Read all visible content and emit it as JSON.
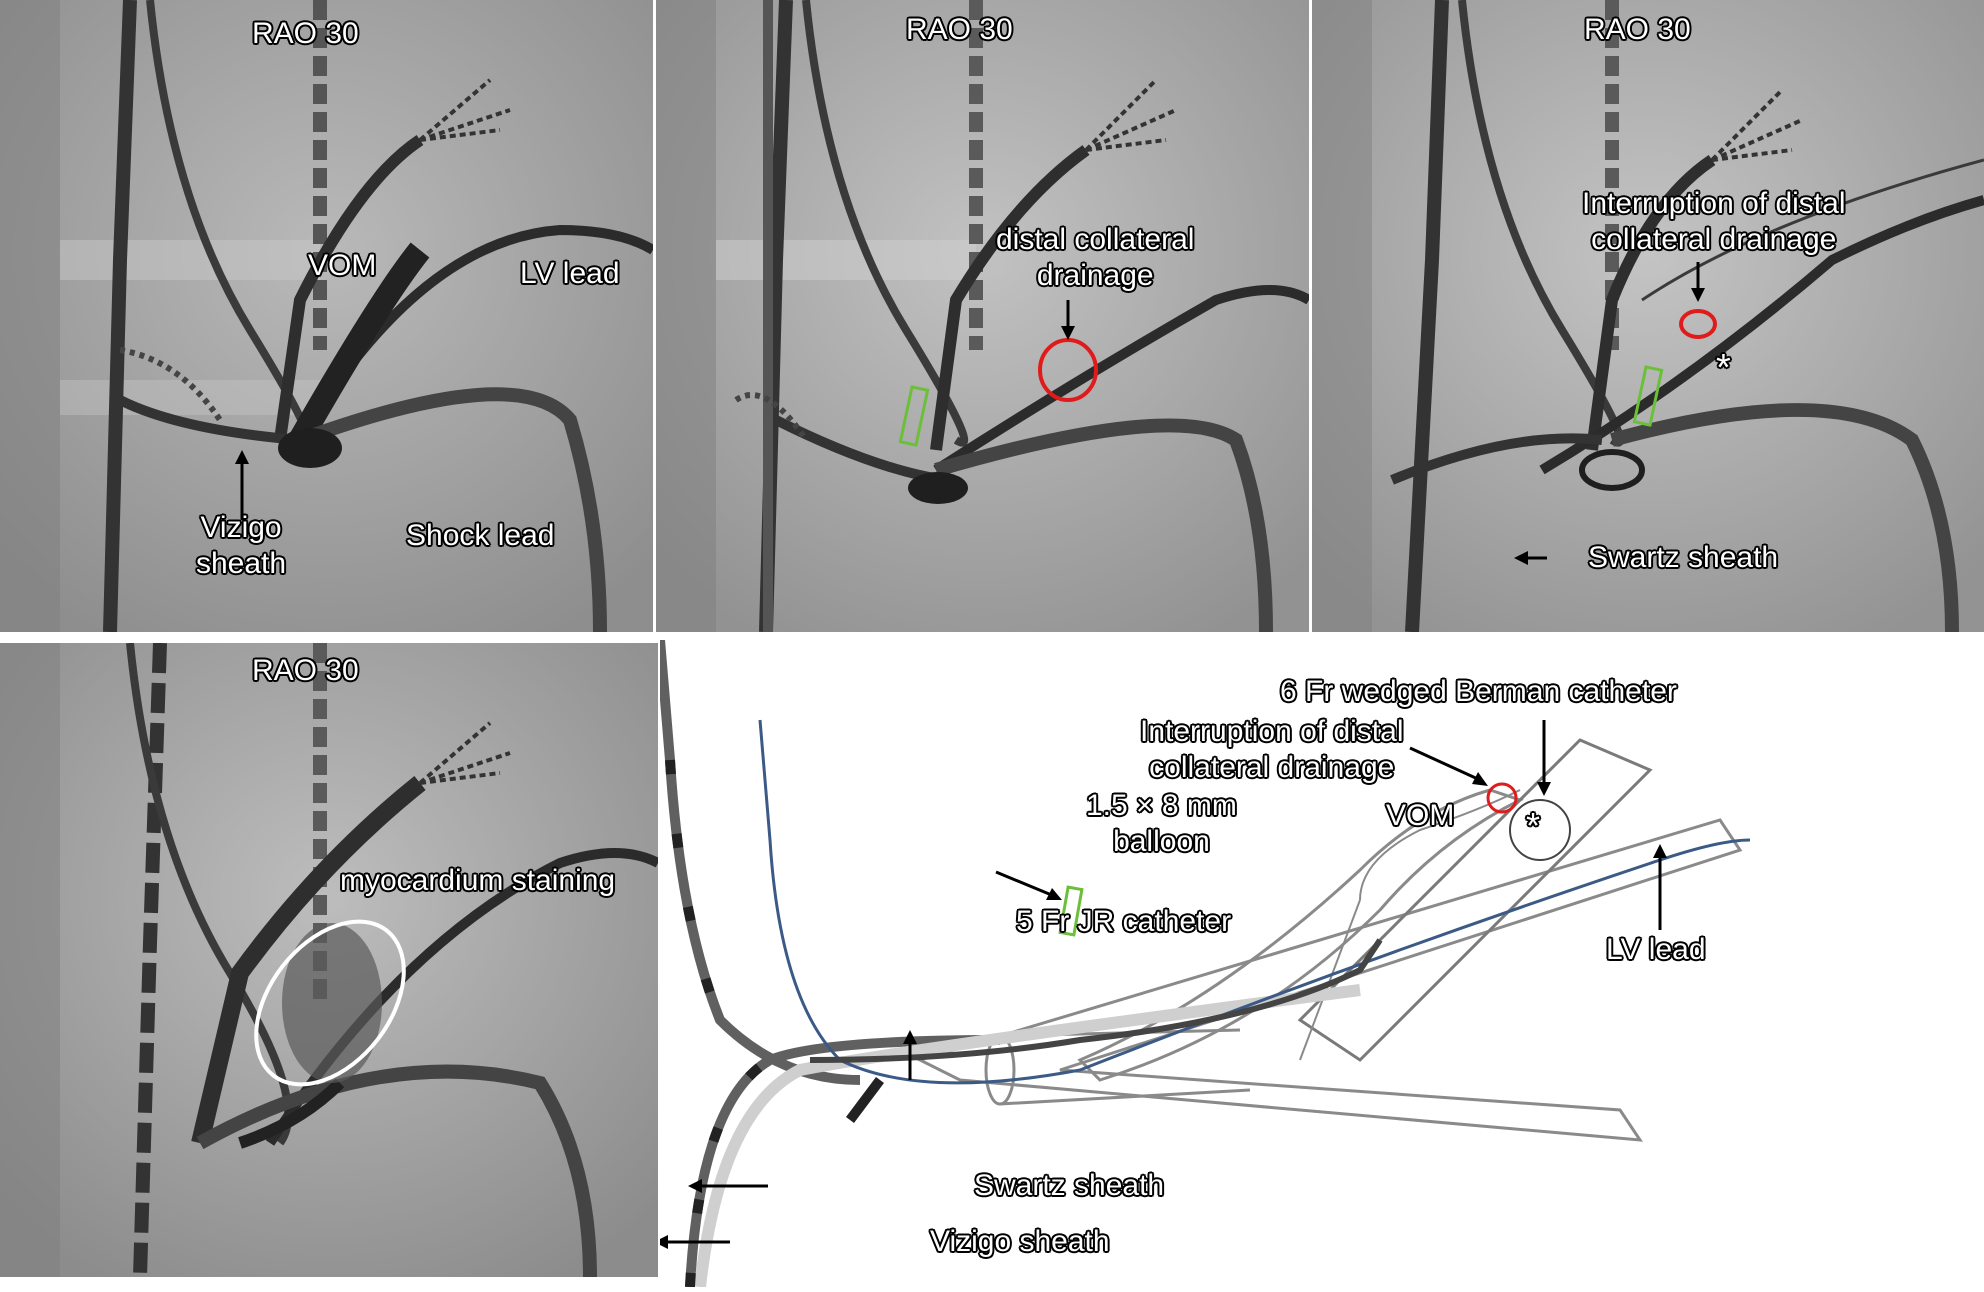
{
  "panels": [
    {
      "id": "a",
      "view": "RAO 30",
      "labels": {
        "vom": "VOM",
        "lv_lead": "LV lead",
        "vizigo": "Vizigo\nsheath",
        "shock": "Shock lead"
      }
    },
    {
      "id": "b",
      "view": "RAO 30",
      "labels": {
        "drainage": "distal collateral\ndrainage"
      }
    },
    {
      "id": "c",
      "view": "RAO 30",
      "labels": {
        "interruption": "Interruption of distal\ncollateral drainage",
        "asterisk": "*",
        "swartz": "Swartz  sheath"
      }
    },
    {
      "id": "d",
      "view": "RAO 30",
      "labels": {
        "staining": "myocardium staining"
      }
    }
  ],
  "schematic": {
    "berman": "6 Fr wedged Berman catheter",
    "interruption": "Interruption of distal\ncollateral drainage",
    "vom": "VOM",
    "balloon": "1.5 × 8 mm\nballoon",
    "jr": "5 Fr JR catheter",
    "lv_lead": "LV lead",
    "swartz": "Swartz  sheath",
    "vizigo": "Vizigo sheath"
  },
  "colors": {
    "marker_red": "#e01b1b",
    "balloon_green": "#6cbf3a",
    "stain_white": "#ffffff",
    "lead_blue": "#3b5a86"
  }
}
